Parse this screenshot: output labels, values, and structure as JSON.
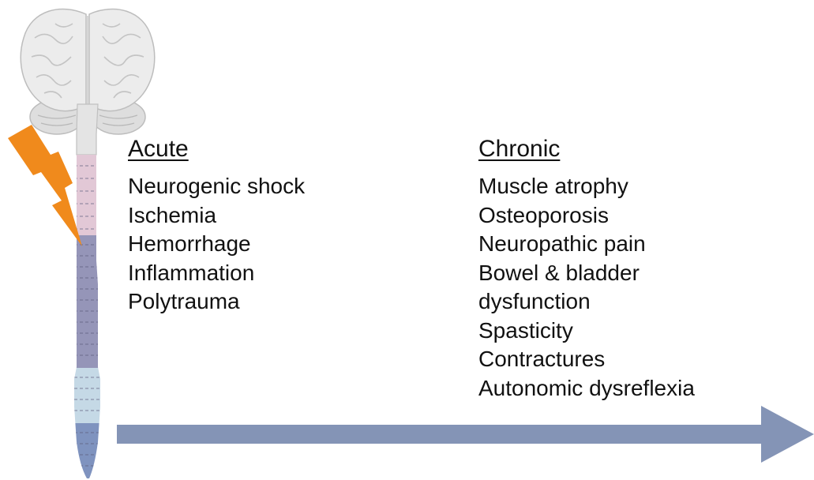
{
  "acute": {
    "heading": "Acute",
    "items": [
      "Neurogenic shock",
      "Ischemia",
      "Hemorrhage",
      "Inflammation",
      "Polytrauma"
    ]
  },
  "chronic": {
    "heading": "Chronic",
    "items": [
      "Muscle atrophy",
      "Osteoporosis",
      "Neuropathic pain",
      "Bowel & bladder",
      "dysfunction",
      "Spasticity",
      "Contractures",
      "Autonomic dysreflexia"
    ]
  },
  "icons": {
    "brain": "brain-icon",
    "spinal_cord": "spinal-cord-icon",
    "injury": "lightning-bolt-icon",
    "time": "timeline-arrow-icon"
  },
  "colors": {
    "brain": "#e6e6e6",
    "cord_cervical": "#e2c8d6",
    "cord_thoracic": "#9595b8",
    "cord_lumbar": "#c5d9e6",
    "cord_sacral": "#7f93bf",
    "lightning": "#f08a1c",
    "arrow": "#8494b6"
  }
}
